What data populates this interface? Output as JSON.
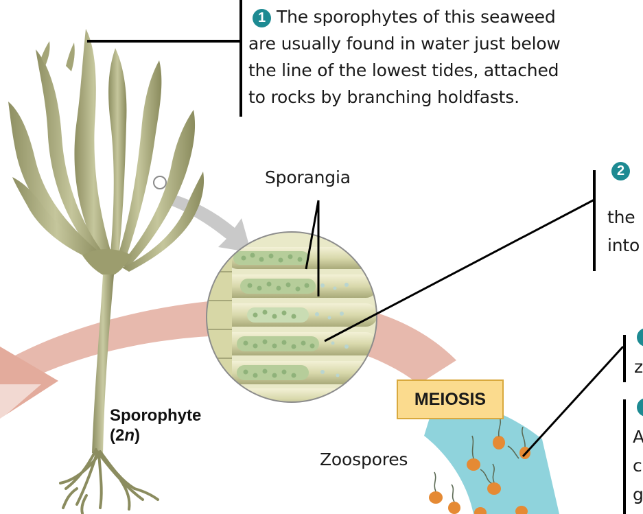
{
  "steps": {
    "step1": {
      "number": "1",
      "lines": [
        "The sporophytes of this seaweed",
        "are usually found in water just below",
        "the line of the lowest tides, attached",
        "to rocks by branching holdfasts."
      ]
    },
    "step2": {
      "number": "2",
      "lines": [
        "the",
        "into"
      ]
    },
    "step3": {
      "lines": [
        "z"
      ]
    },
    "step4": {
      "lines": [
        "A",
        "c",
        "g"
      ]
    }
  },
  "labels": {
    "sporangia": "Sporangia",
    "meiosis": "MEIOSIS",
    "zoospores": "Zoospores",
    "sporophyte": "Sporophyte",
    "ploidy_open": "(2",
    "ploidy_n": "n",
    "ploidy_close": ")"
  },
  "colors": {
    "step_badge": "#1d8a92",
    "meiosis_box": "#fbdb8e",
    "cycle_arrow_diploid": "#e7b9ad",
    "cycle_arrow_haploid": "#8fd3dc",
    "kelp": "#b4b589",
    "zoospore": "#e58a34"
  }
}
